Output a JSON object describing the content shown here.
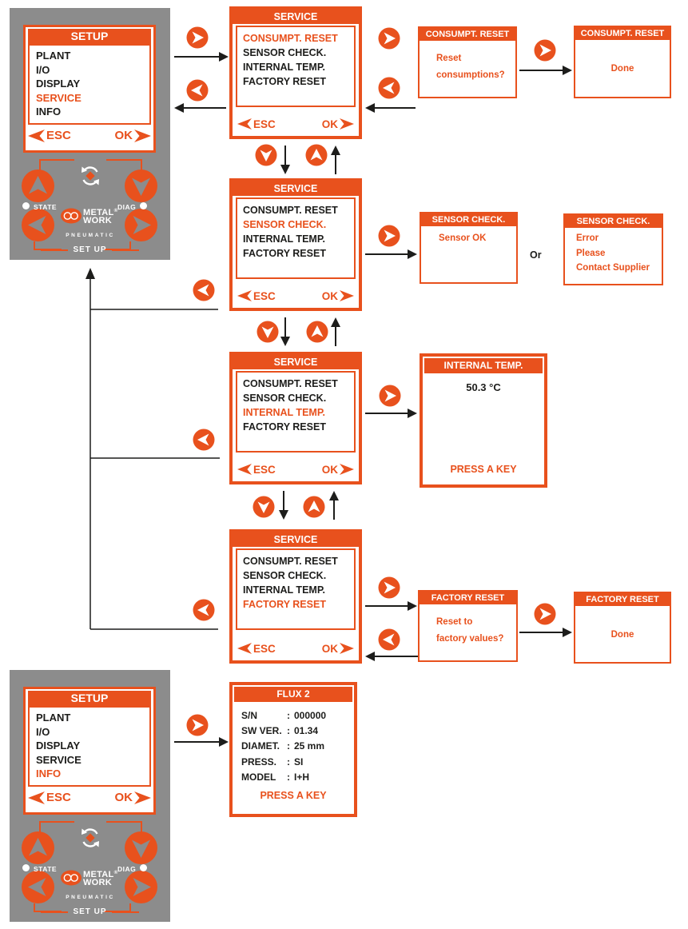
{
  "colors": {
    "accent_orange": "#e8511d",
    "device_gray": "#8c8c8c",
    "text_black": "#1d1d1b",
    "white": "#ffffff"
  },
  "device_panel": {
    "screen_title": "SETUP",
    "items": [
      "PLANT",
      "I/O",
      "DISPLAY",
      "SERVICE",
      "INFO"
    ],
    "esc": "ESC",
    "ok": "OK",
    "state": "STATE",
    "diag": "DIAG",
    "logo": {
      "line1": "METAL",
      "line2": "WORK",
      "reg": "®",
      "subtitle": "PNEUMATIC"
    },
    "bottom_label": "SET UP",
    "icons": {
      "up": "up-arrow-key",
      "down": "down-arrow-key",
      "left": "left-arrow-key",
      "right": "right-arrow-key",
      "center": "rotate-refresh-icon"
    }
  },
  "service_menu": {
    "title": "SERVICE",
    "items": [
      "CONSUMPT. RESET",
      "SENSOR CHECK.",
      "INTERNAL TEMP.",
      "FACTORY RESET"
    ],
    "esc": "ESC",
    "ok": "OK"
  },
  "consumpt_reset": {
    "title": "CONSUMPT. RESET",
    "question_line1": "Reset",
    "question_line2": "consumptions?",
    "done": "Done"
  },
  "sensor_check": {
    "title": "SENSOR CHECK.",
    "ok_text": "Sensor OK",
    "or": "Or",
    "error_line1": "Error",
    "error_line2": "Please",
    "error_line3": "Contact Supplier"
  },
  "internal_temp": {
    "title": "INTERNAL TEMP.",
    "value": "50.3 °C",
    "press_key": "PRESS A KEY"
  },
  "factory_reset": {
    "title": "FACTORY RESET",
    "question_line1": "Reset to",
    "question_line2": "factory values?",
    "done": "Done"
  },
  "info_screen": {
    "title": "FLUX 2",
    "rows": [
      {
        "label": "S/N",
        "value": "000000"
      },
      {
        "label": "SW VER.",
        "value": "01.34"
      },
      {
        "label": "DIAMET.",
        "value": "25 mm"
      },
      {
        "label": "PRESS.",
        "value": "SI"
      },
      {
        "label": "MODEL",
        "value": "I+H"
      }
    ],
    "press_key": "PRESS A KEY"
  }
}
